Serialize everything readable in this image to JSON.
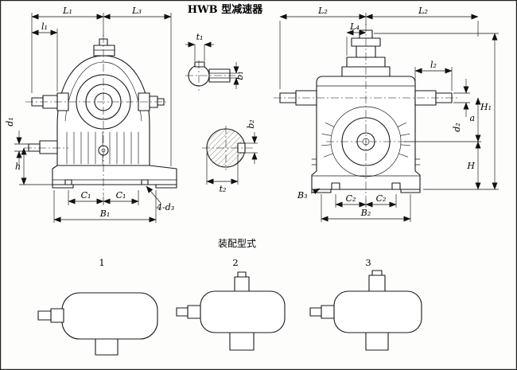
{
  "title": "HWB 型减速器",
  "assembly_section": {
    "label": "装配型式",
    "types": [
      "1",
      "2",
      "3"
    ]
  },
  "front_view": {
    "L1": "L₁",
    "L3": "L₃",
    "l1": "l₁",
    "d1": "d₁",
    "h": "h",
    "C1_left": "C₁",
    "C1_right": "C₁",
    "B1": "B₁",
    "bolt_note": "4-d₃"
  },
  "shaft_sections": {
    "t1": "t₁",
    "b1": "b₁",
    "b2": "b₂",
    "t2": "t₂"
  },
  "side_view": {
    "L2_left": "L₂",
    "L2_right": "L₂",
    "L4": "L₄",
    "l2": "l₂",
    "H1": "H₁",
    "d2": "d₂",
    "a": "a",
    "H": "H",
    "B3": "B₃",
    "C2_left": "C₂",
    "C2_right": "C₂",
    "B2": "B₂"
  }
}
